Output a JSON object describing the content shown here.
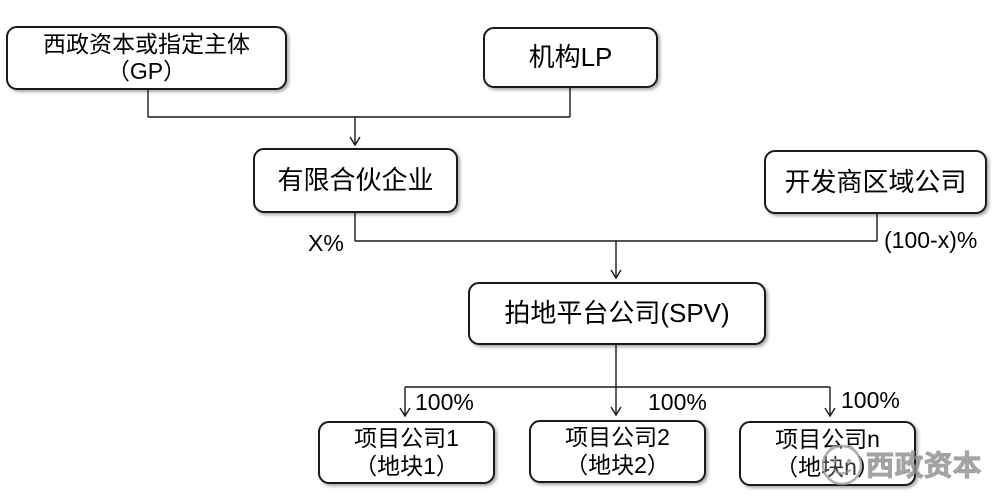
{
  "diagram": {
    "type": "org-structure-flowchart",
    "nodes": {
      "gp": {
        "line1": "西政资本或指定主体",
        "line2": "（GP）"
      },
      "lp": {
        "label": "机构LP"
      },
      "partnership": {
        "label": "有限合伙企业"
      },
      "developer": {
        "label": "开发商区域公司"
      },
      "spv": {
        "label": "拍地平台公司(SPV)"
      },
      "project1": {
        "line1": "项目公司1",
        "line2": "（地块1）"
      },
      "project2": {
        "line1": "项目公司2",
        "line2": "（地块2）"
      },
      "projectn": {
        "line1": "项目公司n",
        "line2": "（地块n）"
      }
    },
    "edge_labels": {
      "partnership_share": "X%",
      "developer_share": "(100-x)%",
      "project1_share": "100%",
      "project2_share": "100%",
      "projectn_share": "100%"
    },
    "watermark": {
      "text": "西政资本",
      "logo": "wechat-face-logo"
    },
    "colors": {
      "background": "#ffffff",
      "line": "#1a1a1a",
      "box_border": "#1a1a1a",
      "box_fill": "#ffffff",
      "text": "#000000",
      "watermark": "#9b9b9b"
    }
  }
}
